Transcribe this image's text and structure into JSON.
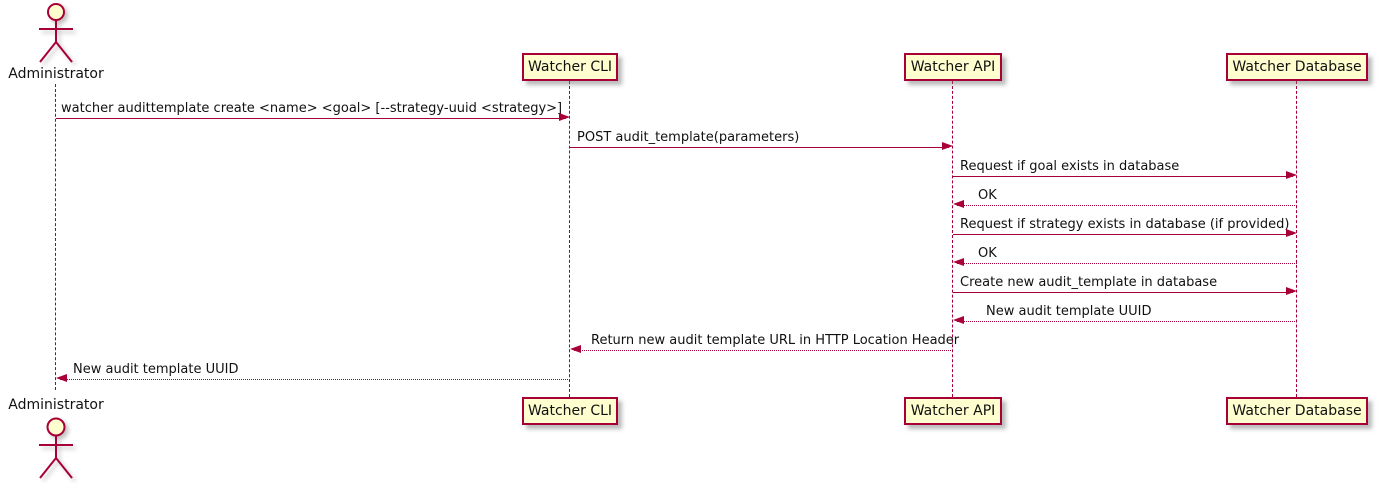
{
  "diagram": {
    "kind": "uml-sequence-diagram"
  },
  "actor": {
    "label": "Administrator"
  },
  "participants": [
    {
      "id": "watcher-cli",
      "label": "Watcher CLI"
    },
    {
      "id": "watcher-api",
      "label": "Watcher API"
    },
    {
      "id": "watcher-database",
      "label": "Watcher Database"
    }
  ],
  "messages": [
    {
      "from": "Administrator",
      "to": "Watcher CLI",
      "line": "solid",
      "label": "watcher audittemplate create <name> <goal> [--strategy-uuid <strategy>]"
    },
    {
      "from": "Watcher CLI",
      "to": "Watcher API",
      "line": "solid",
      "label": "POST audit_template(parameters)"
    },
    {
      "from": "Watcher API",
      "to": "Watcher Database",
      "line": "solid",
      "label": "Request if goal exists in database"
    },
    {
      "from": "Watcher Database",
      "to": "Watcher API",
      "line": "dashed",
      "label": "OK"
    },
    {
      "from": "Watcher API",
      "to": "Watcher Database",
      "line": "solid",
      "label": "Request if strategy exists in database (if provided)"
    },
    {
      "from": "Watcher Database",
      "to": "Watcher API",
      "line": "dashed",
      "label": "OK"
    },
    {
      "from": "Watcher API",
      "to": "Watcher Database",
      "line": "solid",
      "label": "Create new audit_template in database"
    },
    {
      "from": "Watcher Database",
      "to": "Watcher API",
      "line": "dashed",
      "label": "New audit template UUID"
    },
    {
      "from": "Watcher API",
      "to": "Watcher CLI",
      "line": "dashed",
      "label": "Return new audit template URL in HTTP Location Header"
    },
    {
      "from": "Watcher CLI",
      "to": "Administrator",
      "line": "dashed",
      "label": "New audit template UUID"
    }
  ],
  "colors": {
    "participant_fill": "#FEFECE",
    "participant_border": "#A80036",
    "arrow": "#A80036",
    "lifeline": "#A80036",
    "text": "#000000",
    "background": "#FFFFFF"
  }
}
